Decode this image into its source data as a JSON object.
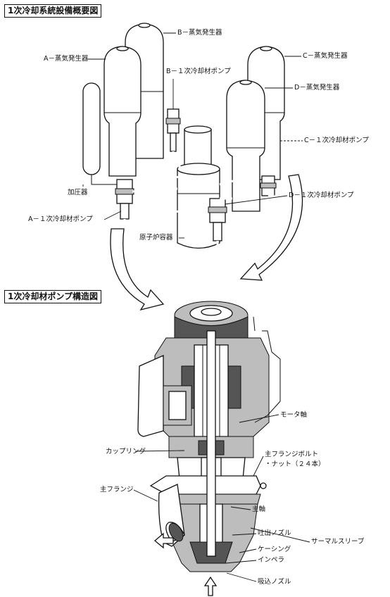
{
  "section1_title": "1次冷却系統設備概要図",
  "section2_title": "1次冷却材ポンプ構造図",
  "system_labels": {
    "b_steam_generator": "B－蒸気発生器",
    "a_steam_generator": "A－蒸気発生器",
    "c_steam_generator": "C－蒸気発生器",
    "d_steam_generator": "D－蒸気発生器",
    "b_pump": "B－１次冷却材ポンプ",
    "c_pump": "C－１次冷却材ポンプ",
    "d_pump": "D－１次冷却材ポンプ",
    "a_pump": "A－１次冷却材ポンプ",
    "pressurizer": "加圧器",
    "reactor_vessel": "原子炉容器"
  },
  "pump_labels": {
    "motor_shaft": "モータ軸",
    "coupling": "カップリング",
    "main_flange_bolt_1": "主フランジボルト",
    "main_flange_bolt_2": "・ナット（２４本）",
    "main_flange": "主フランジ",
    "main_shaft": "主軸",
    "discharge_nozzle": "吐出ノズル",
    "thermal_sleeve": "サーマルスリーブ",
    "casing": "ケーシング",
    "impeller": "インペラ",
    "suction_nozzle": "吸込ノズル"
  }
}
